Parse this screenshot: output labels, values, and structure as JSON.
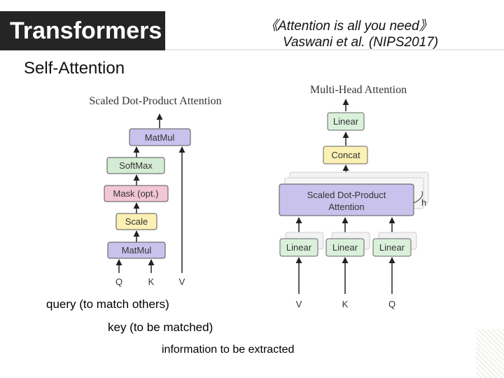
{
  "header": {
    "title": "Transformers",
    "citation_line1": "《Attention is all you need》",
    "citation_line2": "Vaswani et al. (NIPS2017)"
  },
  "section_title": "Self-Attention",
  "left_diagram": {
    "title": "Scaled Dot-Product Attention",
    "blocks": {
      "matmul_top": "MatMul",
      "softmax": "SoftMax",
      "mask": "Mask (opt.)",
      "scale": "Scale",
      "matmul_bottom": "MatMul"
    },
    "inputs": {
      "q": "Q",
      "k": "K",
      "v": "V"
    }
  },
  "right_diagram": {
    "title": "Multi-Head Attention",
    "blocks": {
      "linear_top": "Linear",
      "concat": "Concat",
      "sdpa_line1": "Scaled Dot-Product",
      "sdpa_line2": "Attention",
      "linear_1": "Linear",
      "linear_2": "Linear",
      "linear_3": "Linear",
      "h": "h"
    },
    "inputs": {
      "v": "V",
      "k": "K",
      "q": "Q"
    }
  },
  "notes": {
    "query": "query (to match others)",
    "key": "key (to be matched)",
    "value": "information to be extracted"
  },
  "colors": {
    "purple": "#c9c2ec",
    "green": "#d5ecd4",
    "pink": "#f2c6d4",
    "yellow": "#fcf1b4",
    "light_green": "#daf0db",
    "title_bar": "#252525"
  }
}
